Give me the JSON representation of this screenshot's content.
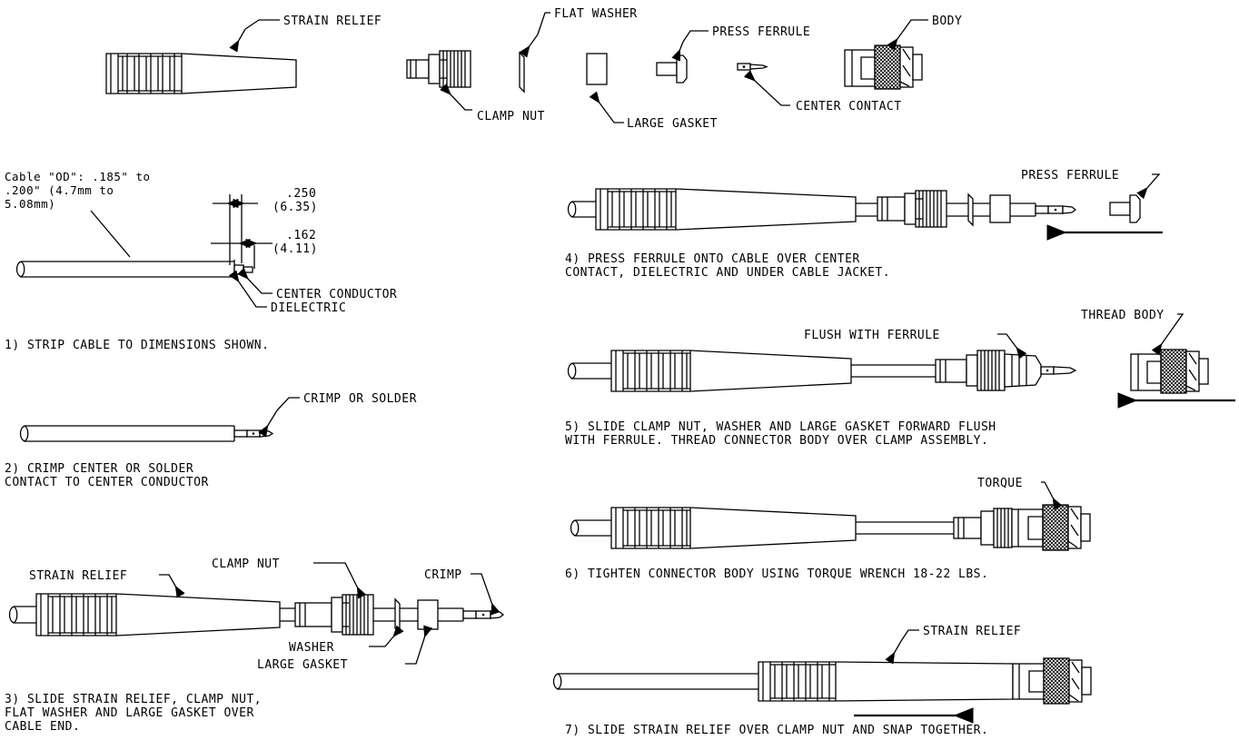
{
  "parts": {
    "strain_relief": "STRAIN RELIEF",
    "flat_washer": "FLAT WASHER",
    "press_ferrule": "PRESS FERRULE",
    "body": "BODY",
    "clamp_nut": "CLAMP NUT",
    "large_gasket": "LARGE GASKET",
    "center_contact": "CENTER CONTACT"
  },
  "step1": {
    "od_line1": "Cable \"OD\": .185\" to",
    "od_line2": ".200\"  (4.7mm to",
    "od_line3": "5.08mm)",
    "dim1_in": ".250",
    "dim1_mm": "(6.35)",
    "dim2_in": ".162",
    "dim2_mm": "(4.11)",
    "center_conductor": "CENTER CONDUCTOR",
    "dielectric": "DIELECTRIC",
    "caption": "1) STRIP CABLE TO DIMENSIONS SHOWN."
  },
  "step2": {
    "label": "CRIMP OR SOLDER",
    "caption_line1": "2) CRIMP CENTER OR SOLDER",
    "caption_line2": "CONTACT TO CENTER CONDUCTOR"
  },
  "step3": {
    "strain_relief": "STRAIN RELIEF",
    "clamp_nut": "CLAMP NUT",
    "crimp": "CRIMP",
    "washer": "WASHER",
    "large_gasket": "LARGE GASKET",
    "caption_line1": "3) SLIDE STRAIN RELIEF, CLAMP NUT,",
    "caption_line2": "FLAT WASHER AND LARGE GASKET OVER",
    "caption_line3": "CABLE END."
  },
  "step4": {
    "press_ferrule": "PRESS FERRULE",
    "caption_line1": "4) PRESS FERRULE ONTO CABLE OVER CENTER",
    "caption_line2": "CONTACT, DIELECTRIC AND UNDER CABLE JACKET."
  },
  "step5": {
    "thread_body": "THREAD BODY",
    "flush": "FLUSH WITH FERRULE",
    "caption_line1": "5) SLIDE CLAMP NUT, WASHER AND LARGE GASKET FORWARD FLUSH",
    "caption_line2": "WITH FERRULE. THREAD CONNECTOR BODY OVER  CLAMP ASSEMBLY."
  },
  "step6": {
    "torque": "TORQUE",
    "caption": "6) TIGHTEN CONNECTOR BODY USING TORQUE WRENCH 18-22 LBS."
  },
  "step7": {
    "strain_relief": "STRAIN RELIEF",
    "caption": "7) SLIDE STRAIN RELIEF OVER CLAMP NUT AND SNAP TOGETHER."
  }
}
